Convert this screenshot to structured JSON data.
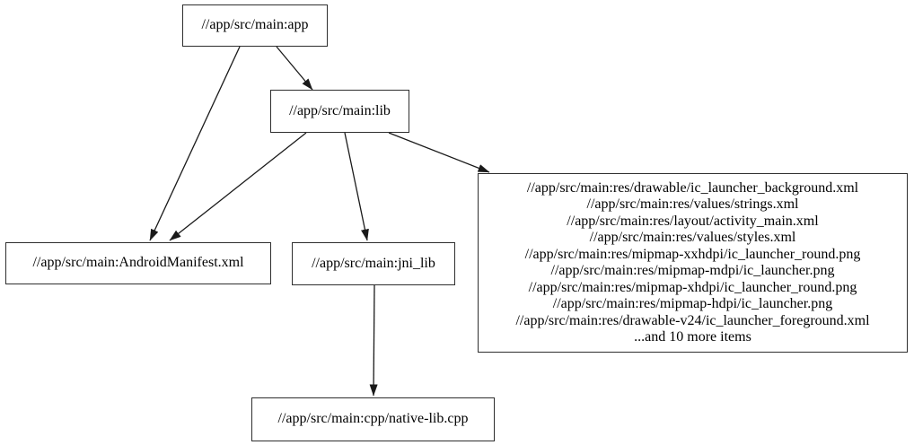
{
  "diagram": {
    "type": "dependency-graph",
    "colors": {
      "background": "#ffffff",
      "node_fill": "#ffffff",
      "node_border": "#2e2e2e",
      "edge": "#1a1a1a",
      "text": "#000000"
    },
    "nodes": {
      "app": {
        "label": "//app/src/main:app"
      },
      "lib": {
        "label": "//app/src/main:lib"
      },
      "android_manifest": {
        "label": "//app/src/main:AndroidManifest.xml"
      },
      "jni_lib": {
        "label": "//app/src/main:jni_lib"
      },
      "native_lib_cpp": {
        "label": "//app/src/main:cpp/native-lib.cpp"
      },
      "resources": {
        "lines": [
          "//app/src/main:res/drawable/ic_launcher_background.xml",
          "//app/src/main:res/values/strings.xml",
          "//app/src/main:res/layout/activity_main.xml",
          "//app/src/main:res/values/styles.xml",
          "//app/src/main:res/mipmap-xxhdpi/ic_launcher_round.png",
          "//app/src/main:res/mipmap-mdpi/ic_launcher.png",
          "//app/src/main:res/mipmap-xhdpi/ic_launcher_round.png",
          "//app/src/main:res/mipmap-hdpi/ic_launcher.png",
          "//app/src/main:res/drawable-v24/ic_launcher_foreground.xml",
          "...and 10 more items"
        ]
      }
    },
    "edges": [
      {
        "from": "app",
        "to": "lib"
      },
      {
        "from": "app",
        "to": "android_manifest"
      },
      {
        "from": "lib",
        "to": "android_manifest"
      },
      {
        "from": "lib",
        "to": "jni_lib"
      },
      {
        "from": "lib",
        "to": "resources"
      },
      {
        "from": "jni_lib",
        "to": "native_lib_cpp"
      }
    ]
  }
}
